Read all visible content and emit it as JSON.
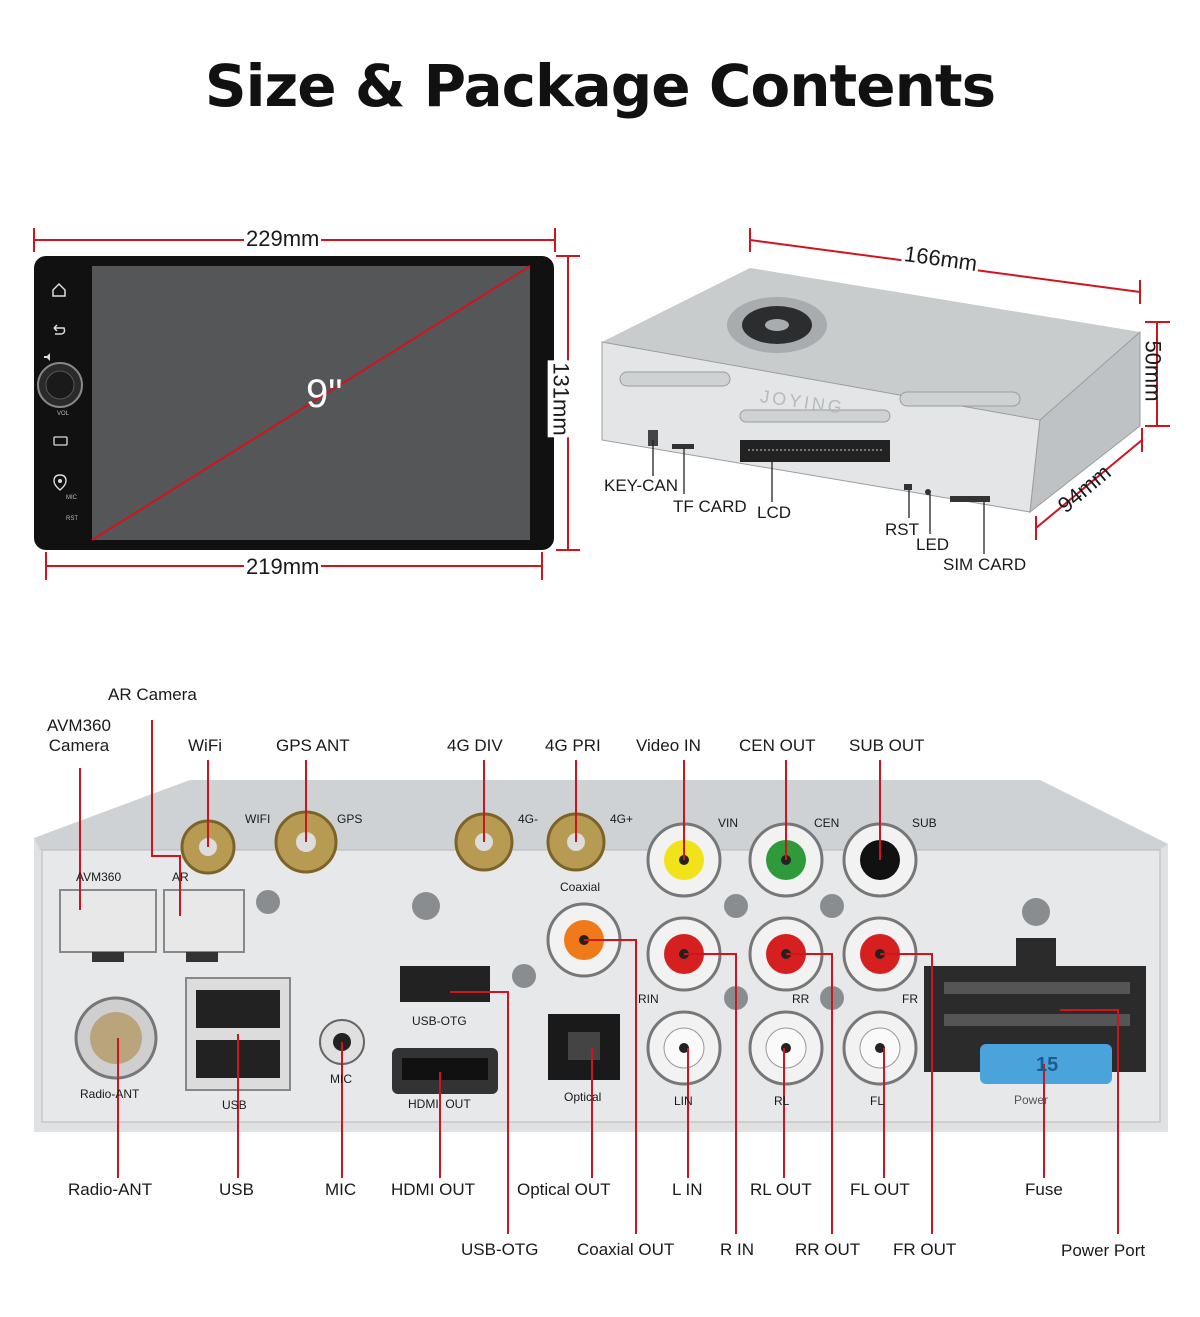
{
  "title": "Size & Package Contents",
  "screen_unit": {
    "width_top": "229mm",
    "width_bottom": "219mm",
    "height": "131mm",
    "diagonal": "9\"",
    "side_labels": {
      "vol": "VOL",
      "mic": "MIC",
      "rst": "RST"
    }
  },
  "box_unit": {
    "length": "166mm",
    "height": "50mm",
    "depth": "94mm",
    "brand": "JOYING",
    "callouts": [
      "KEY-CAN",
      "TF CARD",
      "LCD",
      "RST",
      "LED",
      "SIM CARD"
    ]
  },
  "back_panel": {
    "top_callouts": [
      "AR Camera",
      "AVM360 Camera",
      "WiFi",
      "GPS ANT",
      "4G DIV",
      "4G PRI",
      "Video IN",
      "CEN OUT",
      "SUB OUT"
    ],
    "panel_labels": {
      "wifi": "WIFI",
      "gps": "GPS",
      "g4minus": "4G-",
      "g4plus": "4G+",
      "vin": "VIN",
      "cen": "CEN",
      "sub": "SUB",
      "avm360": "AVM360",
      "ar": "AR",
      "coaxial": "Coaxial",
      "rin": "RIN",
      "rr": "RR",
      "fr": "FR",
      "radio_ant": "Radio-ANT",
      "usb": "USB",
      "mic": "MIC",
      "usb_otg": "USB-OTG",
      "hdmi_out": "HDMI  OUT",
      "optical": "Optical",
      "lin": "LIN",
      "rl": "RL",
      "fl": "FL",
      "power": "Power",
      "fuse_value": "15"
    },
    "bottom_callouts_row1": [
      "Radio-ANT",
      "USB",
      "MIC",
      "HDMI OUT",
      "Optical OUT",
      "L IN",
      "RL OUT",
      "FL OUT",
      "Fuse"
    ],
    "bottom_callouts_row2": [
      "USB-OTG",
      "Coaxial OUT",
      "R IN",
      "RR OUT",
      "FR OUT",
      "Power Port"
    ]
  },
  "colors": {
    "accent_red": "#d0141d",
    "video_yellow": "#f2e21a",
    "center_green": "#2f9a3a",
    "right_red": "#d62020",
    "fuse_blue": "#4ba3dc"
  }
}
